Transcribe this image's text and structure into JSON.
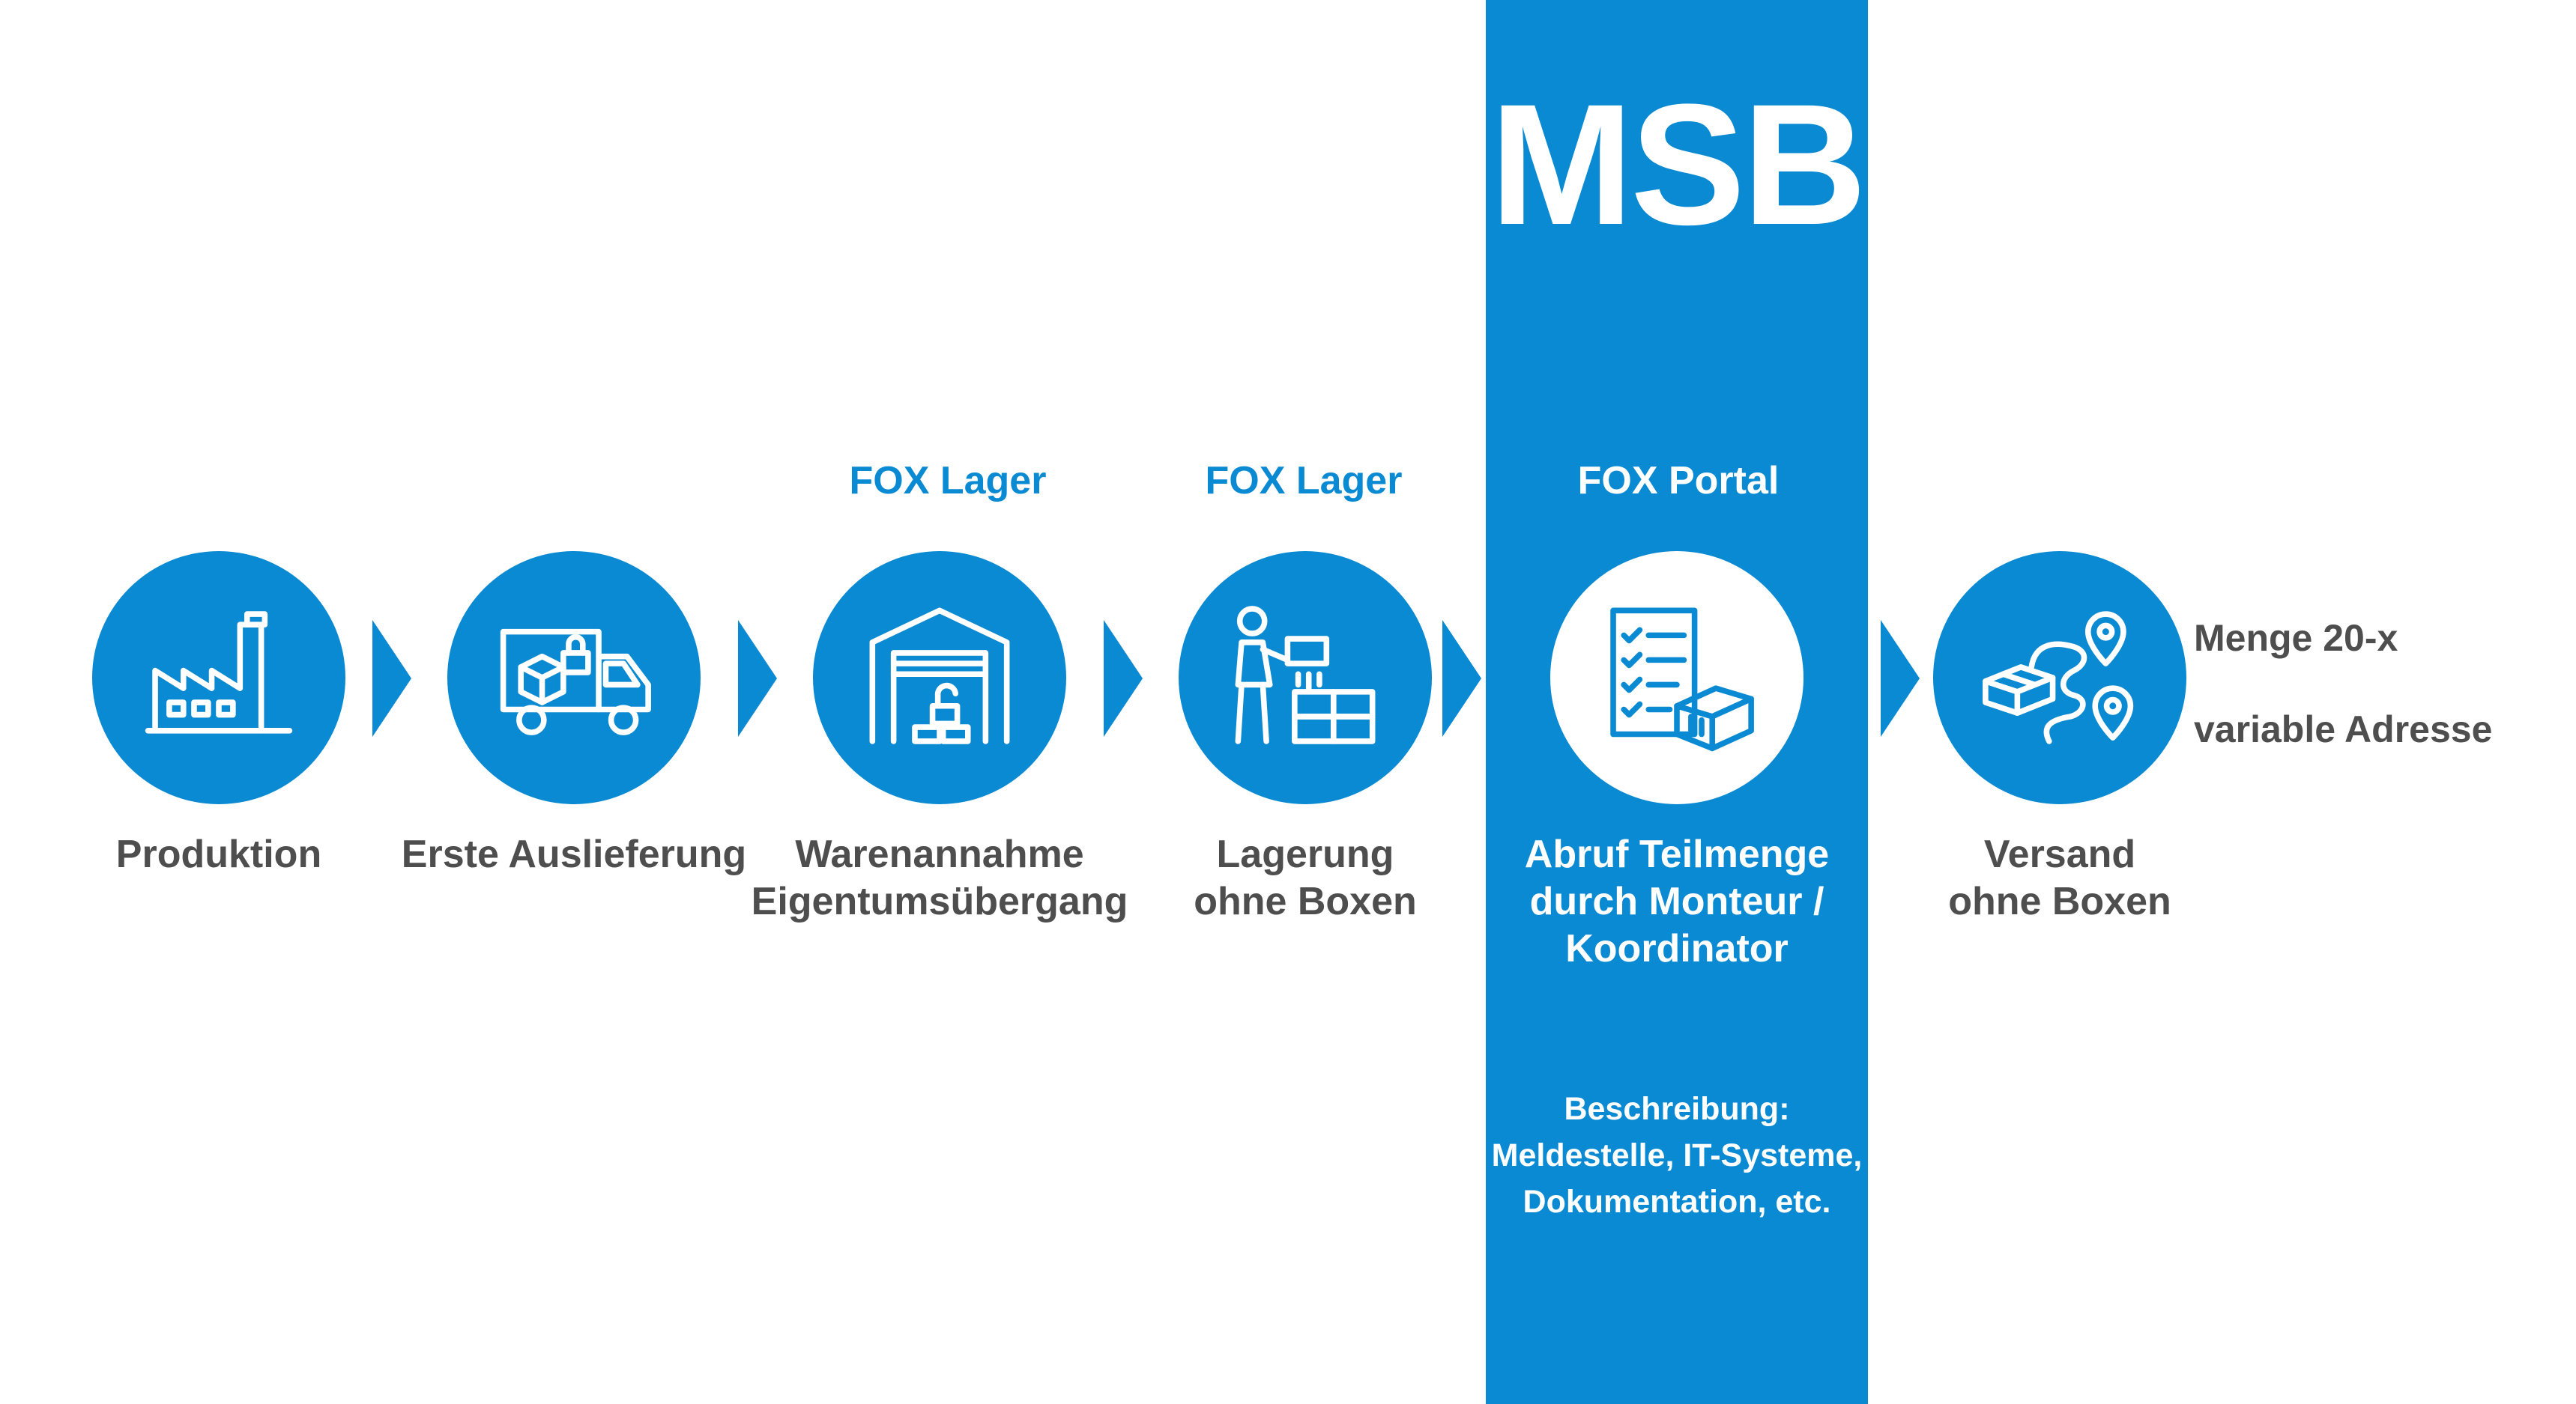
{
  "title": "MSB",
  "colors": {
    "accent": "#0a8ad2",
    "text_gray": "#4e4e4e",
    "white": "#ffffff"
  },
  "steps": [
    {
      "header": "",
      "label": "Produktion",
      "icon": "factory-icon"
    },
    {
      "header": "",
      "label": "Erste Auslieferung",
      "icon": "delivery-truck-icon"
    },
    {
      "header": "FOX Lager",
      "label": "Warenannahme\nEigentumsübergang",
      "icon": "warehouse-icon"
    },
    {
      "header": "FOX Lager",
      "label": "Lagerung\nohne Boxen",
      "icon": "worker-boxes-icon"
    },
    {
      "header": "FOX Portal",
      "label": "Abruf Teilmenge\ndurch Monteur /\nKoordinator",
      "icon": "checklist-box-icon"
    },
    {
      "header": "",
      "label": "Versand\nohne Boxen",
      "icon": "route-box-icon"
    }
  ],
  "msb_description": "Beschreibung:\nMeldestelle, IT-Systeme,\nDokumentation, etc.",
  "side_notes": {
    "quantity": "Menge 20-x",
    "address": "variable Adresse"
  }
}
